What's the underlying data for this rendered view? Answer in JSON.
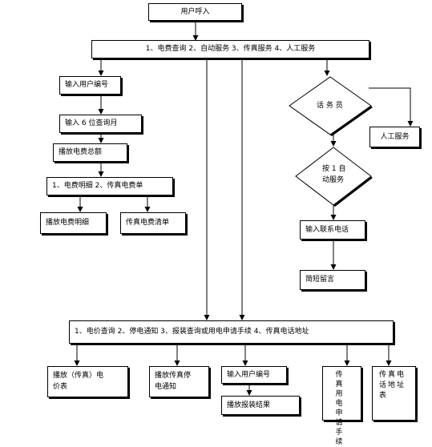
{
  "nodes": {
    "user_call": "用户呼入",
    "main_menu": "1、电费查询 2、自动服务 3、传真服务 4、人工服务",
    "input_user_no": "输入用户编号",
    "input_month": "输入 6 位查询月",
    "play_total": "播放电费总额",
    "bill_menu": "1、电费明细 2、传真电费单",
    "play_detail": "播放电费明细",
    "fax_bill": "传真电费清单",
    "operator": "话 务 员",
    "manual_service": "人工服务",
    "press_one_line1": "按 1 自",
    "press_one_line2": "动服务",
    "input_contact": "输入联系电话",
    "short_message": "简短留言",
    "service_menu": "1、电价查询 2、停电通知 3、报装查询或用电申请手续 4、传真电话地址",
    "play_price_line1": "播放（传真）电",
    "play_price_line2": "价表",
    "play_outage_line1": "播放传真停",
    "play_outage_line2": "电通知",
    "input_user_no_2": "输入用户编号",
    "play_install_result": "播放报装结果",
    "fax_procedure": "传真用电申请手续",
    "fax_address": "传真电话地址表"
  }
}
